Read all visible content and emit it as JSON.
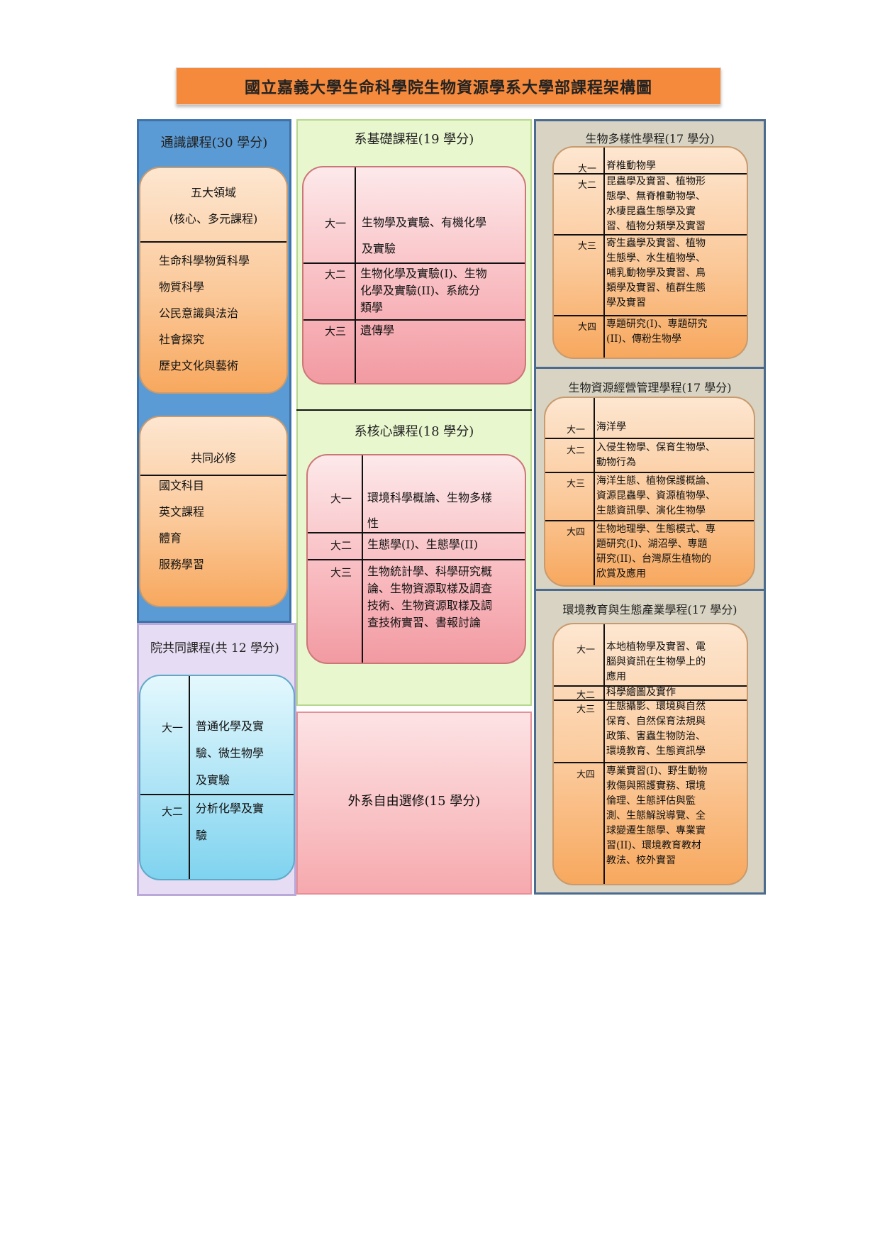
{
  "title": "國立嘉義大學生命科學院生物資源學系大學部課程架構圖",
  "general": {
    "title": "通識課程(30 學分)",
    "five_domains": {
      "head1": "五大領域",
      "head2": "(核心、多元課程)",
      "items": [
        "生命科學物質科學",
        "物質科學",
        "公民意識與法治",
        "社會探究",
        "歷史文化與藝術"
      ]
    },
    "required": {
      "head": "共同必修",
      "items": [
        "國文科目",
        "英文課程",
        "體育",
        "服務學習"
      ]
    }
  },
  "college": {
    "title": "院共同課程(共 12 學分)",
    "rows": [
      {
        "year": "大一",
        "lines": [
          "普通化學及實",
          "驗、微生物學",
          "及實驗"
        ]
      },
      {
        "year": "大二",
        "lines": [
          "分析化學及實",
          "驗"
        ]
      }
    ]
  },
  "dept_basic": {
    "title": "系基礎課程(19 學分)",
    "rows": [
      {
        "year": "大一",
        "lines": [
          "生物學及實驗、有機化學",
          "及實驗"
        ]
      },
      {
        "year": "大二",
        "lines": [
          "生物化學及實驗(I)、生物",
          "化學及實驗(II)、系統分",
          "類學"
        ]
      },
      {
        "year": "大三",
        "lines": [
          "遺傳學"
        ]
      }
    ]
  },
  "dept_core": {
    "title": "系核心課程(18 學分)",
    "rows": [
      {
        "year": "大一",
        "lines": [
          "環境科學概論、生物多樣",
          "性"
        ]
      },
      {
        "year": "大二",
        "lines": [
          "生態學(I)、生態學(II)"
        ]
      },
      {
        "year": "大三",
        "lines": [
          "生物統計學、科學研究概",
          "論、生物資源取樣及調查",
          "技術、生物資源取樣及調",
          "查技術實習、書報討論"
        ]
      }
    ]
  },
  "elective": {
    "title": "外系自由選修(15 學分)"
  },
  "biodiversity": {
    "title": "生物多樣性學程(17 學分)",
    "rows": [
      {
        "year": "大一",
        "lines": [
          "脊椎動物學"
        ]
      },
      {
        "year": "大二",
        "lines": [
          "昆蟲學及實習、植物形",
          "態學、無脊椎動物學、",
          "水棲昆蟲生態學及實",
          "習、植物分類學及實習"
        ]
      },
      {
        "year": "大三",
        "lines": [
          "寄生蟲學及實習、植物",
          "生態學、水生植物學、",
          "哺乳動物學及實習、鳥",
          "類學及實習、植群生態",
          "學及實習"
        ]
      },
      {
        "year": "大四",
        "lines": [
          "專題研究(I)、專題研究",
          "(II)、傳粉生物學"
        ]
      }
    ]
  },
  "resource_mgmt": {
    "title": "生物資源經營管理學程(17 學分)",
    "rows": [
      {
        "year": "大一",
        "lines": [
          "海洋學"
        ]
      },
      {
        "year": "大二",
        "lines": [
          "入侵生物學、保育生物學、",
          "動物行為"
        ]
      },
      {
        "year": "大三",
        "lines": [
          "海洋生態、植物保護概論、",
          "資源昆蟲學、資源植物學、",
          "生態資訊學、演化生物學"
        ]
      },
      {
        "year": "大四",
        "lines": [
          "生物地理學、生態模式、專",
          "題研究(I)、湖沼學、專題",
          "研究(II)、台灣原生植物的",
          "欣賞及應用"
        ]
      }
    ]
  },
  "env_edu": {
    "title": "環境教育與生態產業學程(17 學分)",
    "rows": [
      {
        "year": "大一",
        "lines": [
          "本地植物學及實習、電",
          "腦與資訊在生物學上的",
          "應用"
        ]
      },
      {
        "year": "大二",
        "lines": [
          "科學繪圖及實作"
        ]
      },
      {
        "year": "大三",
        "lines": [
          "生態攝影、環境與自然",
          "保育、自然保育法規與",
          "政策、害蟲生物防治、",
          "環境教育、生態資訊學"
        ]
      },
      {
        "year": "大四",
        "lines": [
          "專業實習(I)、野生動物",
          "救傷與照護實務、環境",
          "倫理、生態評估與監",
          "測、生態解說導覽、全",
          "球變遷生態學、專業實",
          "習(II)、環境教育教材",
          "教法、校外實習"
        ]
      }
    ]
  },
  "colors": {
    "title_bg": "#f58a3c",
    "general_bg": "#5b9bd5",
    "college_bg": "#e6dcf3",
    "middle_bg": "#e9f7cf",
    "right_bg": "#d8d3c2",
    "elective_bg": "#f9c1c4"
  }
}
